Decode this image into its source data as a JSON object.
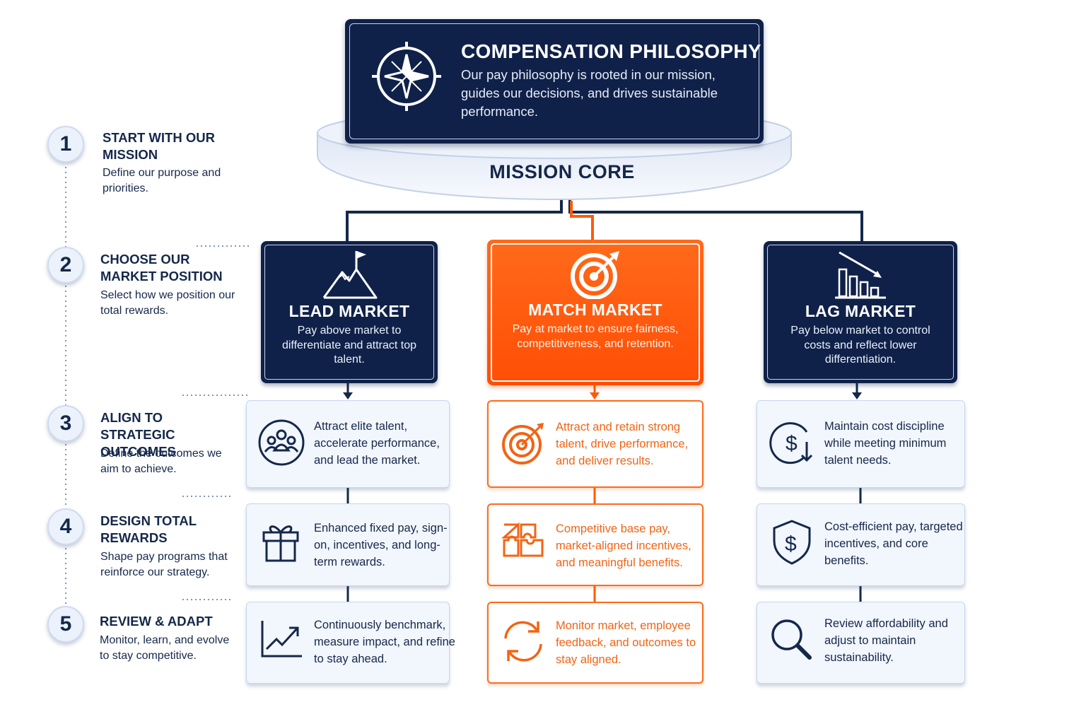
{
  "header": {
    "title": "COMPENSATION PHILOSOPHY",
    "description": "Our pay philosophy is rooted in our mission, guides our decisions, and drives sustainable performance.",
    "core_label": "MISSION CORE",
    "icon": "compass-icon"
  },
  "steps": [
    {
      "number": "1",
      "title": "START WITH OUR MISSION",
      "description": "Define our purpose and priorities."
    },
    {
      "number": "2",
      "title": "CHOOSE OUR MARKET POSITION",
      "description": "Select how we position our total rewards."
    },
    {
      "number": "3",
      "title": "ALIGN TO STRATEGIC OUTCOMES",
      "description": "Define the outcomes we aim to achieve."
    },
    {
      "number": "4",
      "title": "DESIGN TOTAL REWARDS",
      "description": "Shape pay programs that reinforce our strategy."
    },
    {
      "number": "5",
      "title": "REVIEW & ADAPT",
      "description": "Monitor, learn, and evolve to stay competitive."
    }
  ],
  "markets": [
    {
      "title": "LEAD MARKET",
      "description": "Pay above market to differentiate and attract top talent.",
      "icon": "mountain-flag-icon",
      "outcome": {
        "text": "Attract elite talent, accelerate performance, and lead the market.",
        "icon": "team-icon"
      },
      "rewards": {
        "text": "Enhanced fixed pay, sign-on, incentives, and long-term rewards.",
        "icon": "gift-icon"
      },
      "review": {
        "text": "Continuously benchmark, measure impact, and refine to stay ahead.",
        "icon": "trend-up-icon"
      }
    },
    {
      "title": "MATCH MARKET",
      "description": "Pay at market to ensure fairness, competitiveness, and retention.",
      "icon": "target-icon",
      "outcome": {
        "text": "Attract and retain strong talent, drive performance, and deliver results.",
        "icon": "target-icon"
      },
      "rewards": {
        "text": "Competitive base pay, market-aligned incentives, and meaningful benefits.",
        "icon": "puzzle-icon"
      },
      "review": {
        "text": "Monitor market, employee feedback, and outcomes to stay aligned.",
        "icon": "refresh-icon"
      }
    },
    {
      "title": "LAG MARKET",
      "description": "Pay below market to control costs and reflect lower differentiation.",
      "icon": "declining-bars-icon",
      "outcome": {
        "text": "Maintain cost discipline while meeting minimum talent needs.",
        "icon": "dollar-down-icon"
      },
      "rewards": {
        "text": "Cost-efficient pay, targeted incentives, and core benefits.",
        "icon": "dollar-shield-icon"
      },
      "review": {
        "text": "Review affordability and adjust to maintain sustainability.",
        "icon": "magnifier-icon"
      }
    }
  ],
  "colors": {
    "navy": "#0f2149",
    "accent_orange": "#ff5a0a",
    "card_bg": "#f2f6fd"
  }
}
